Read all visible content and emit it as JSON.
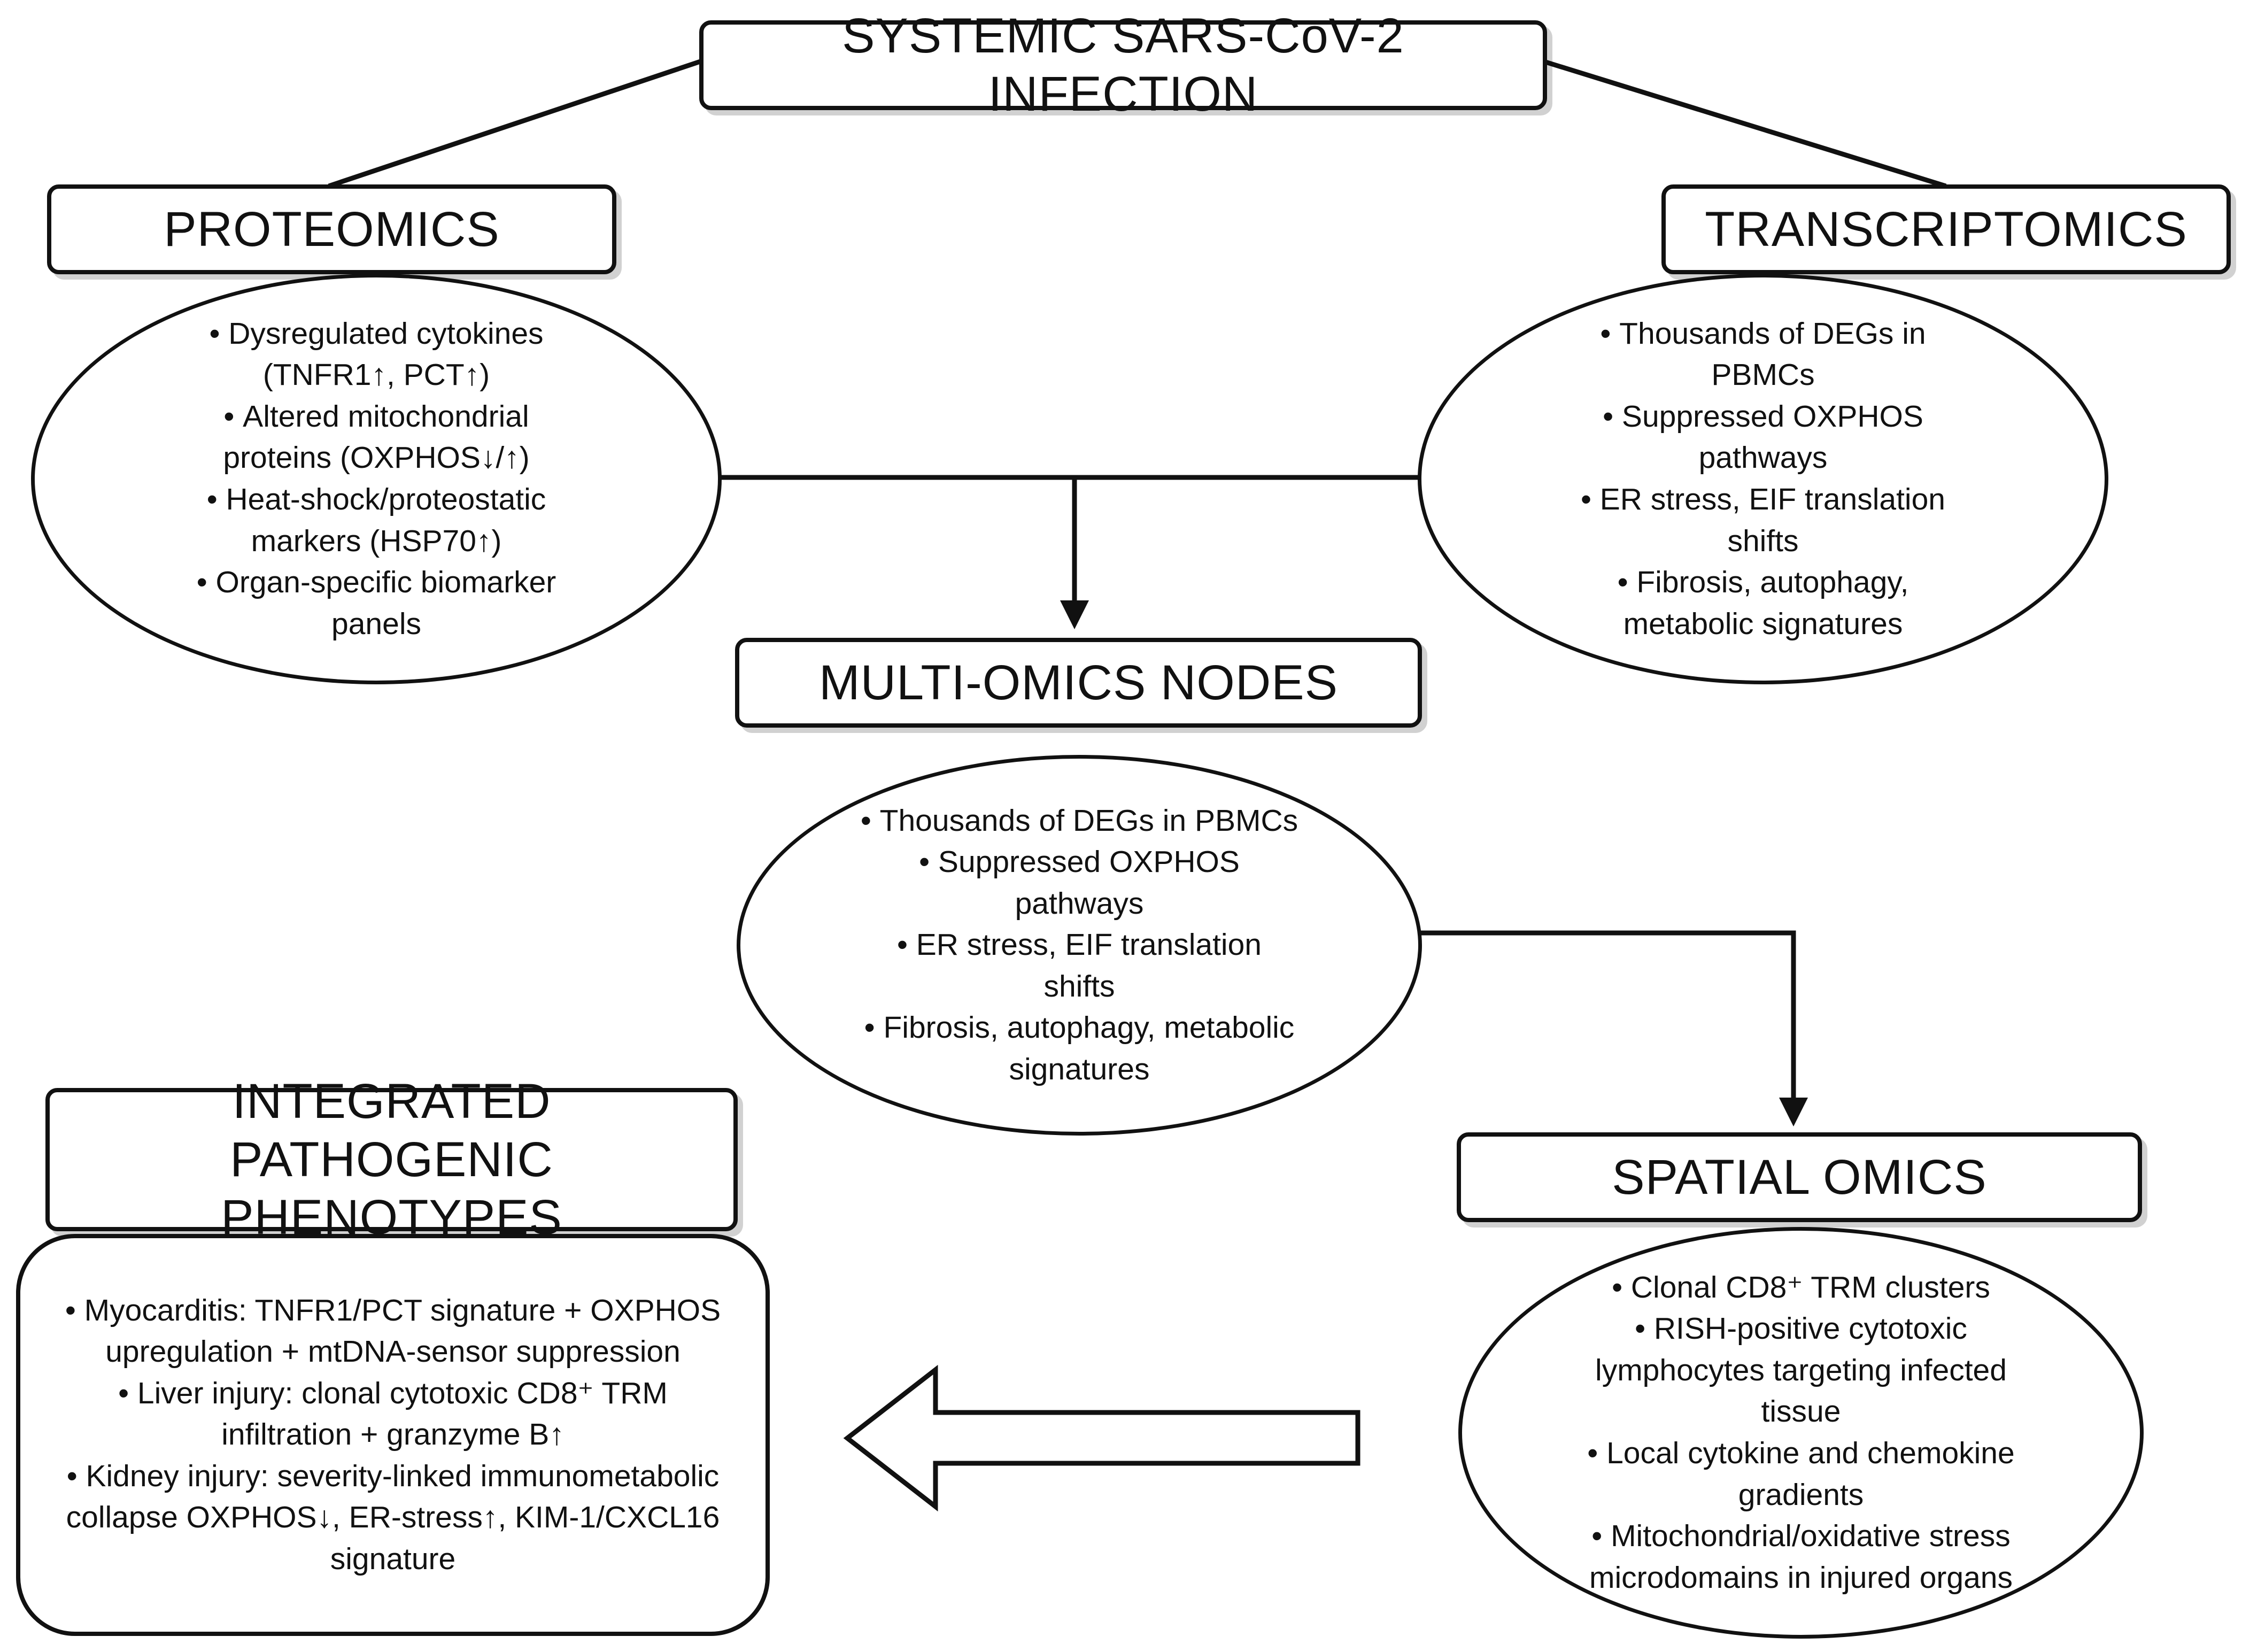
{
  "nodes": {
    "root": {
      "title": "SYSTEMIC SARS-CoV-2 INFECTION"
    },
    "proteomics": {
      "title": "PROTEOMICS",
      "bullets": [
        "Dysregulated cytokines (TNFR1↑, PCT↑)",
        "Altered mitochondrial proteins (OXPHOS↓/↑)",
        "Heat-shock/proteostatic markers (HSP70↑)",
        "Organ-specific biomarker panels"
      ]
    },
    "transcriptomics": {
      "title": "TRANSCRIPTOMICS",
      "bullets": [
        "Thousands of DEGs in PBMCs",
        "Suppressed OXPHOS pathways",
        "ER stress, EIF translation shifts",
        "Fibrosis, autophagy, metabolic signatures"
      ]
    },
    "multi_omics": {
      "title": "MULTI-OMICS NODES",
      "bullets": [
        "Thousands of DEGs in PBMCs",
        "Suppressed OXPHOS pathways",
        "ER stress, EIF translation shifts",
        "Fibrosis, autophagy, metabolic signatures"
      ]
    },
    "spatial": {
      "title": "SPATIAL OMICS",
      "bullets": [
        "Clonal CD8⁺ TRM clusters",
        "RISH-positive cytotoxic lymphocytes targeting infected tissue",
        "Local cytokine and chemokine gradients",
        "Mitochondrial/oxidative stress microdomains in injured organs"
      ]
    },
    "integrated": {
      "title": "INTEGRATED PATHOGENIC PHENOTYPES",
      "bullets": [
        "Myocarditis: TNFR1/PCT signature + OXPHOS upregulation + mtDNA-sensor suppression",
        "Liver injury: clonal cytotoxic CD8⁺ TRM infiltration + granzyme B↑",
        "Kidney injury: severity-linked immunometabolic collapse OXPHOS↓, ER-stress↑, KIM-1/CXCL16 signature"
      ]
    }
  },
  "colors": {
    "stroke": "#111111",
    "fill": "#ffffff",
    "shadow": "#bfbfbf"
  }
}
